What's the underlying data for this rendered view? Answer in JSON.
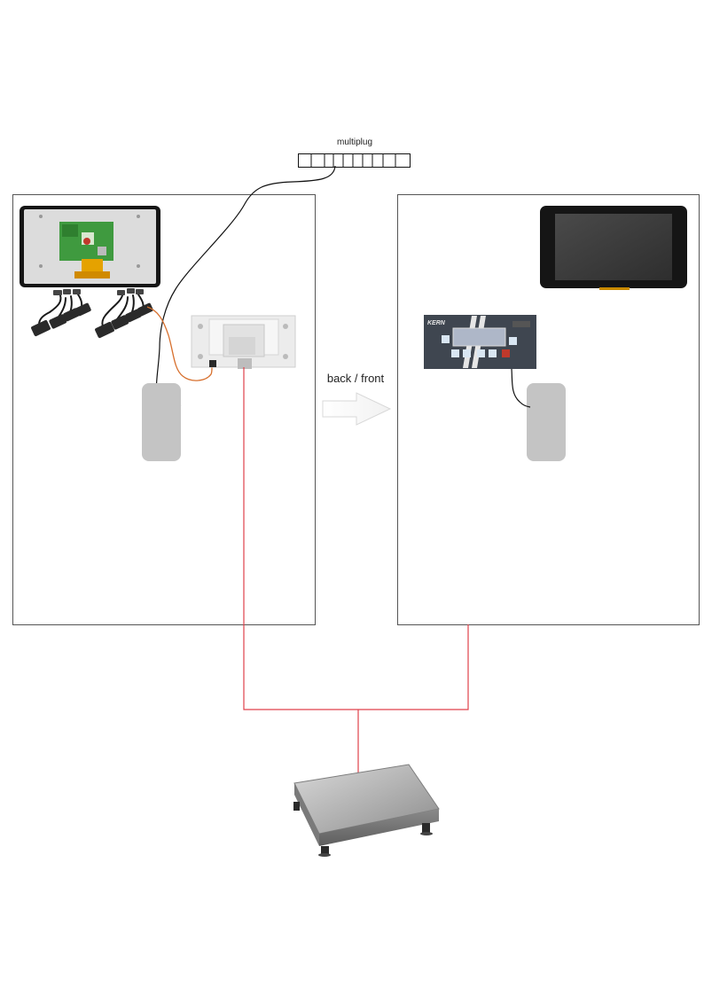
{
  "labels": {
    "multiplug": "multiplug",
    "direction": "back / front",
    "brand": "KERN"
  },
  "colors": {
    "panel_border": "#555555",
    "red_cable": "#e0414a",
    "orange_cable": "#d7702e",
    "black_cable": "#111111",
    "grey_block": "#c4c4c4",
    "keypad_body": "#3f4650",
    "lcd": "#aeb7c8",
    "screen_frame": "#1a1a1a",
    "screen_glass": "#3a3a3a",
    "pcb_green": "#3f9a3f",
    "ribbon": "#e5a200",
    "scale_steel": "#a9a9a9"
  },
  "icons": [
    "touch-display-icon",
    "usb-serial-adapter-icon",
    "junction-box-icon",
    "kern-indicator-icon",
    "weighing-scale-icon",
    "arrow-right-icon"
  ]
}
